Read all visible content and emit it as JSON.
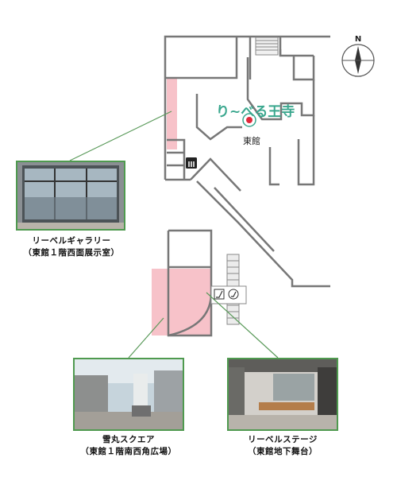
{
  "compass": {
    "label": "N"
  },
  "logo": {
    "text": "り~べる王寺"
  },
  "building_label": "東館",
  "places": [
    {
      "name": "リーベルギャラリー",
      "location": "（東館１階西面展示室）"
    },
    {
      "name": "雪丸スクエア",
      "location": "（東館１階南西角広場）"
    },
    {
      "name": "リーベルステージ",
      "location": "（東館地下舞台）"
    }
  ],
  "colors": {
    "highlight": "#f7c2c9",
    "connector": "#5a9a5a",
    "wall": "#777777",
    "logo": "#3aa78e",
    "marker": "#e0283a"
  },
  "icons": [
    "north-arrow-icon",
    "elevator-icon",
    "escalator-icon",
    "location-pin-icon"
  ]
}
